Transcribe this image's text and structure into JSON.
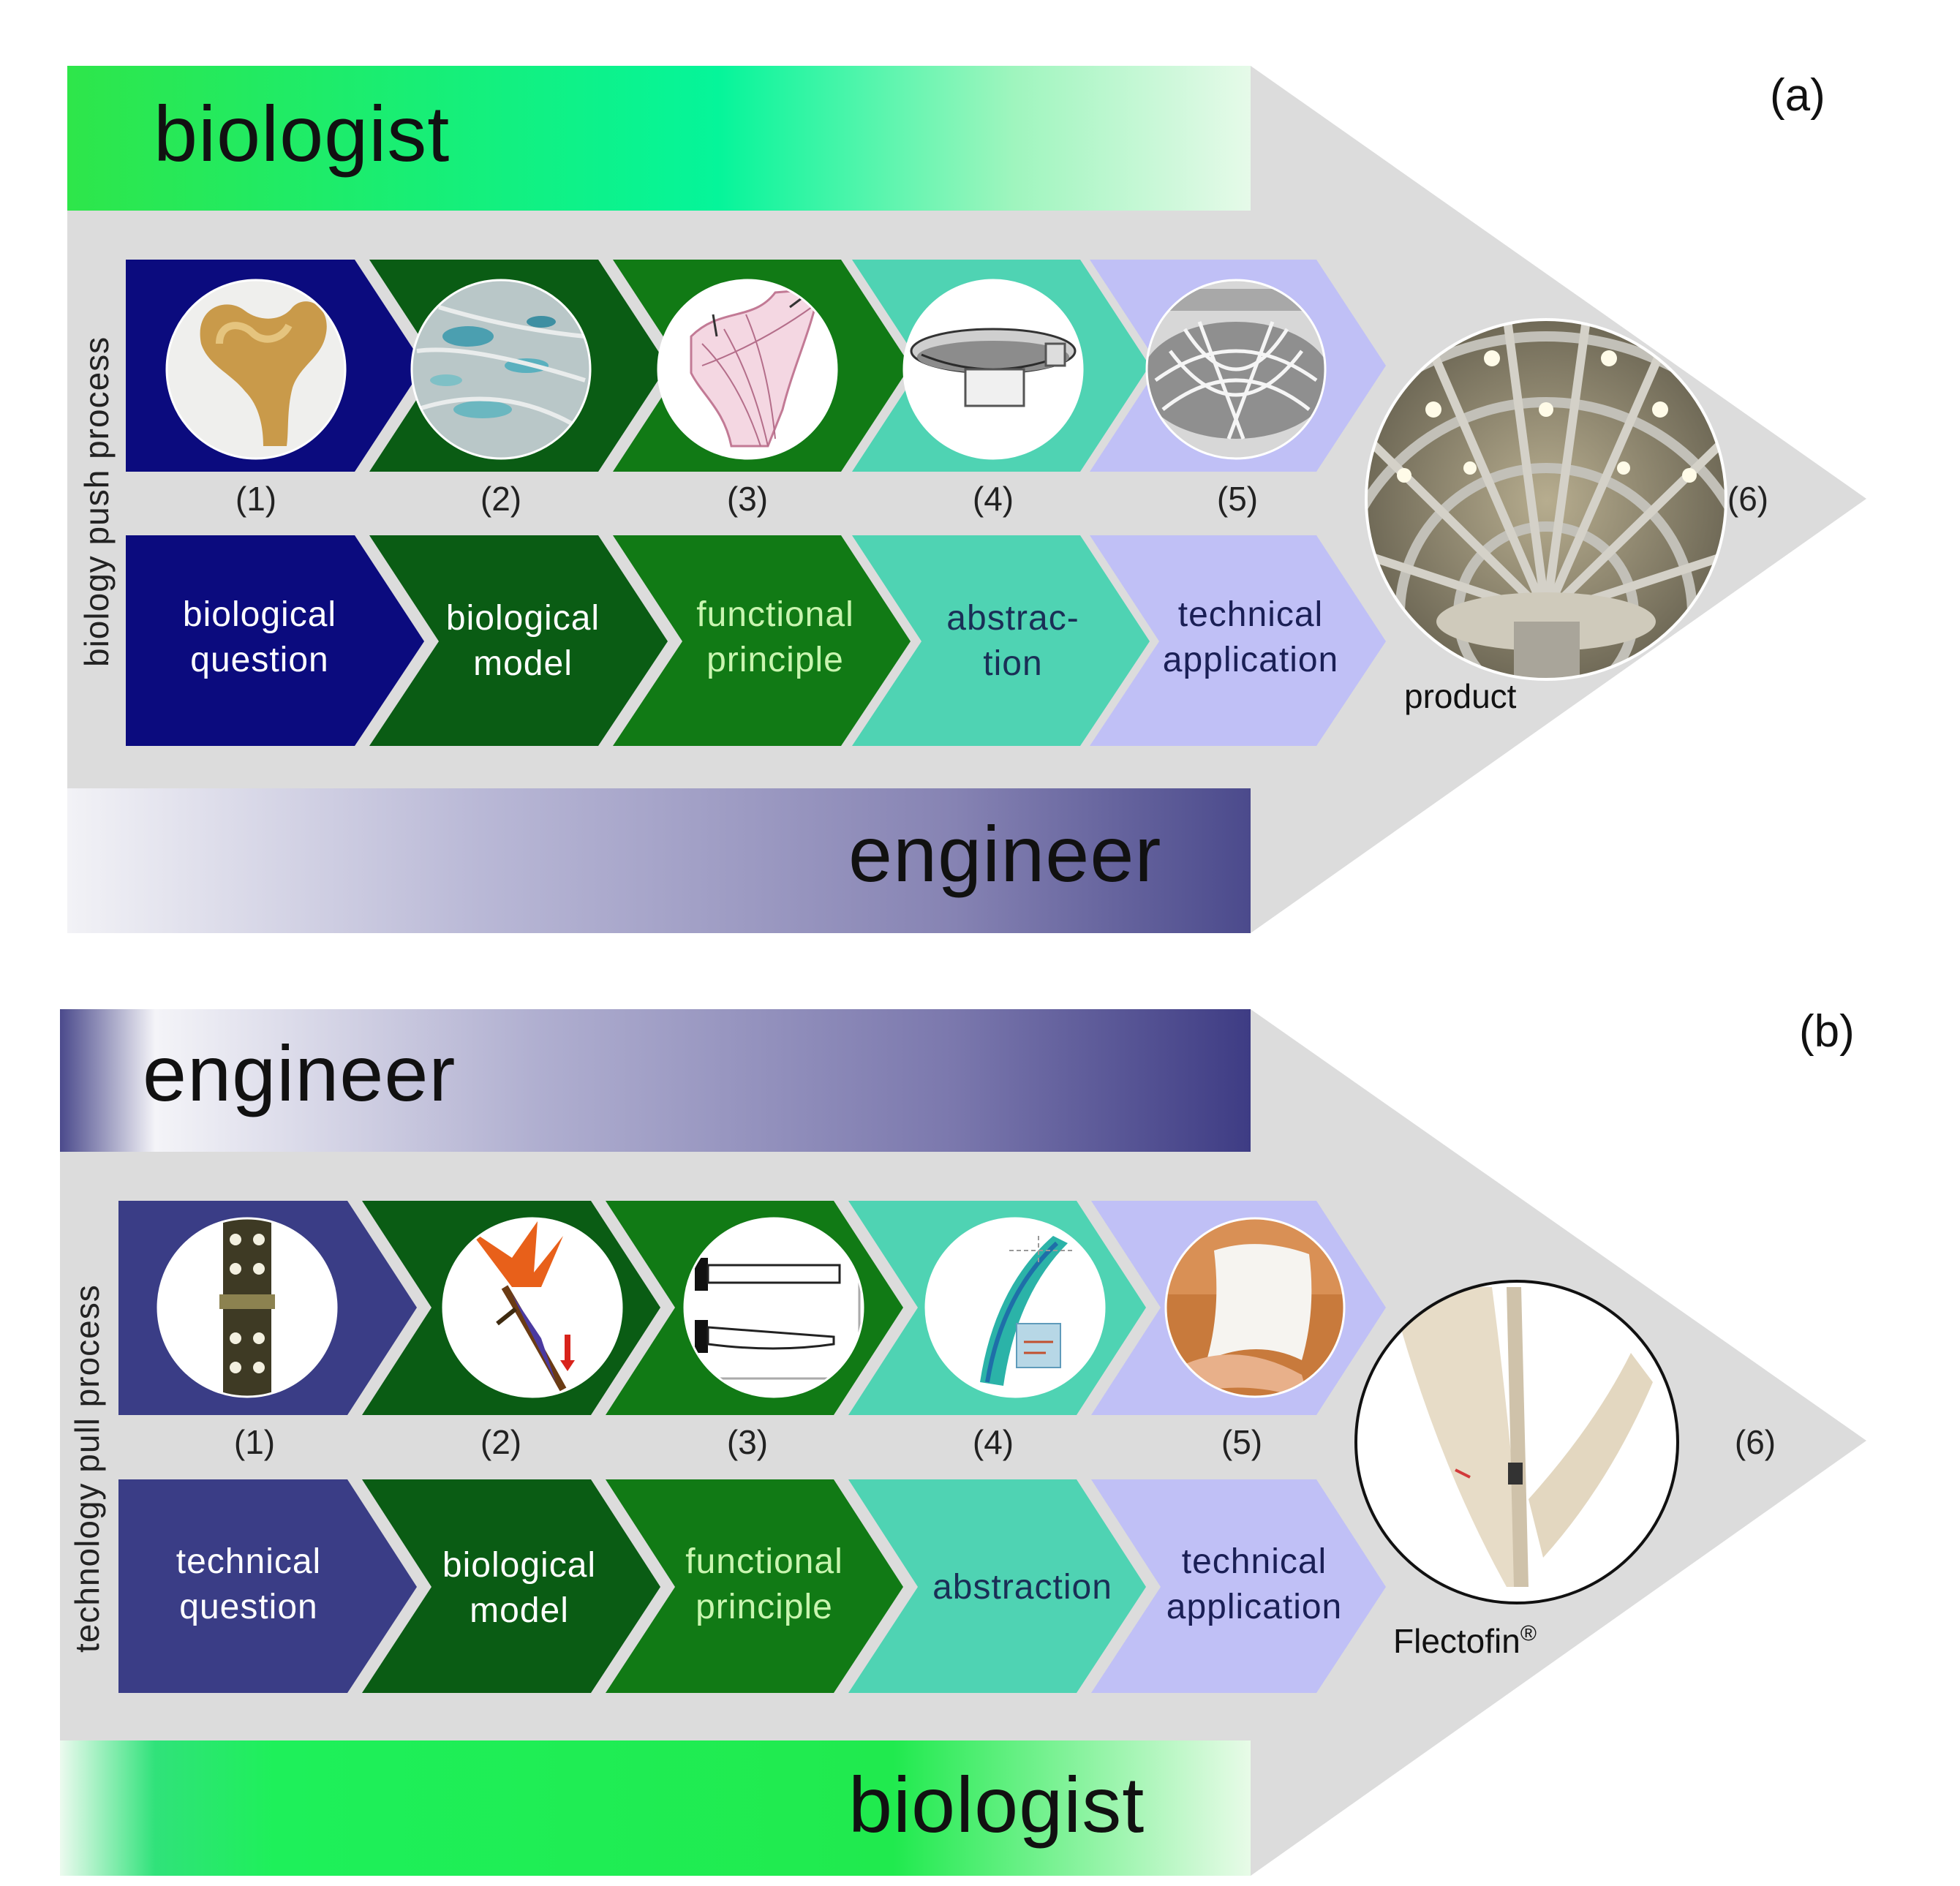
{
  "panel_a": {
    "tag": "(a)",
    "side_label": "biology push process",
    "top_role": "biologist",
    "bottom_role": "engineer",
    "steps": [
      {
        "num": "(1)",
        "label": "biological\nquestion",
        "color": "#0b0b7e",
        "text_color": "#ffffff"
      },
      {
        "num": "(2)",
        "label": "biological\nmodel",
        "color": "#0a5c14",
        "text_color": "#ffffff"
      },
      {
        "num": "(3)",
        "label": "functional\nprinciple",
        "color": "#117a15",
        "text_color": "#c9f5b0"
      },
      {
        "num": "(4)",
        "label": "abstrac-\ntion",
        "color": "#4fd3b3",
        "text_color": "#1a2f56"
      },
      {
        "num": "(5)",
        "label": "technical\napplication",
        "color": "#c0c0f6",
        "text_color": "#1a1f55"
      }
    ],
    "final": {
      "num": "(6)",
      "caption": "product"
    }
  },
  "panel_b": {
    "tag": "(b)",
    "side_label": "technology pull process",
    "top_role": "engineer",
    "bottom_role": "biologist",
    "steps": [
      {
        "num": "(1)",
        "label": "technical\nquestion",
        "color": "#3a3d86",
        "text_color": "#ffffff"
      },
      {
        "num": "(2)",
        "label": "biological\nmodel",
        "color": "#0a5c14",
        "text_color": "#ffffff"
      },
      {
        "num": "(3)",
        "label": "functional\nprinciple",
        "color": "#117a15",
        "text_color": "#c9f5b0"
      },
      {
        "num": "(4)",
        "label": "abstraction",
        "color": "#4fd3b3",
        "text_color": "#1a2f56"
      },
      {
        "num": "(5)",
        "label": "technical\napplication",
        "color": "#c0c0f6",
        "text_color": "#1a1f55"
      }
    ],
    "final": {
      "num": "(6)",
      "caption": "Flectofin",
      "caption_mark": "®"
    }
  },
  "colors": {
    "arrow_gray": "#dcdcdc",
    "biologist_green": "#1ef05a",
    "engineer_blue": "#3e3c84"
  },
  "icons": {
    "a": [
      "bone-cross-section-photo",
      "bone-tissue-micrograph",
      "trajectory-drawing",
      "dome-model-render",
      "ribbed-hall-photo",
      "ribbed-ceiling-photo"
    ],
    "b": [
      "hinge-photo",
      "bird-of-paradise-flower-photo",
      "beam-bending-schematic",
      "fem-simulation-render",
      "flexible-fin-photo",
      "flectofin-facade-photo"
    ]
  }
}
